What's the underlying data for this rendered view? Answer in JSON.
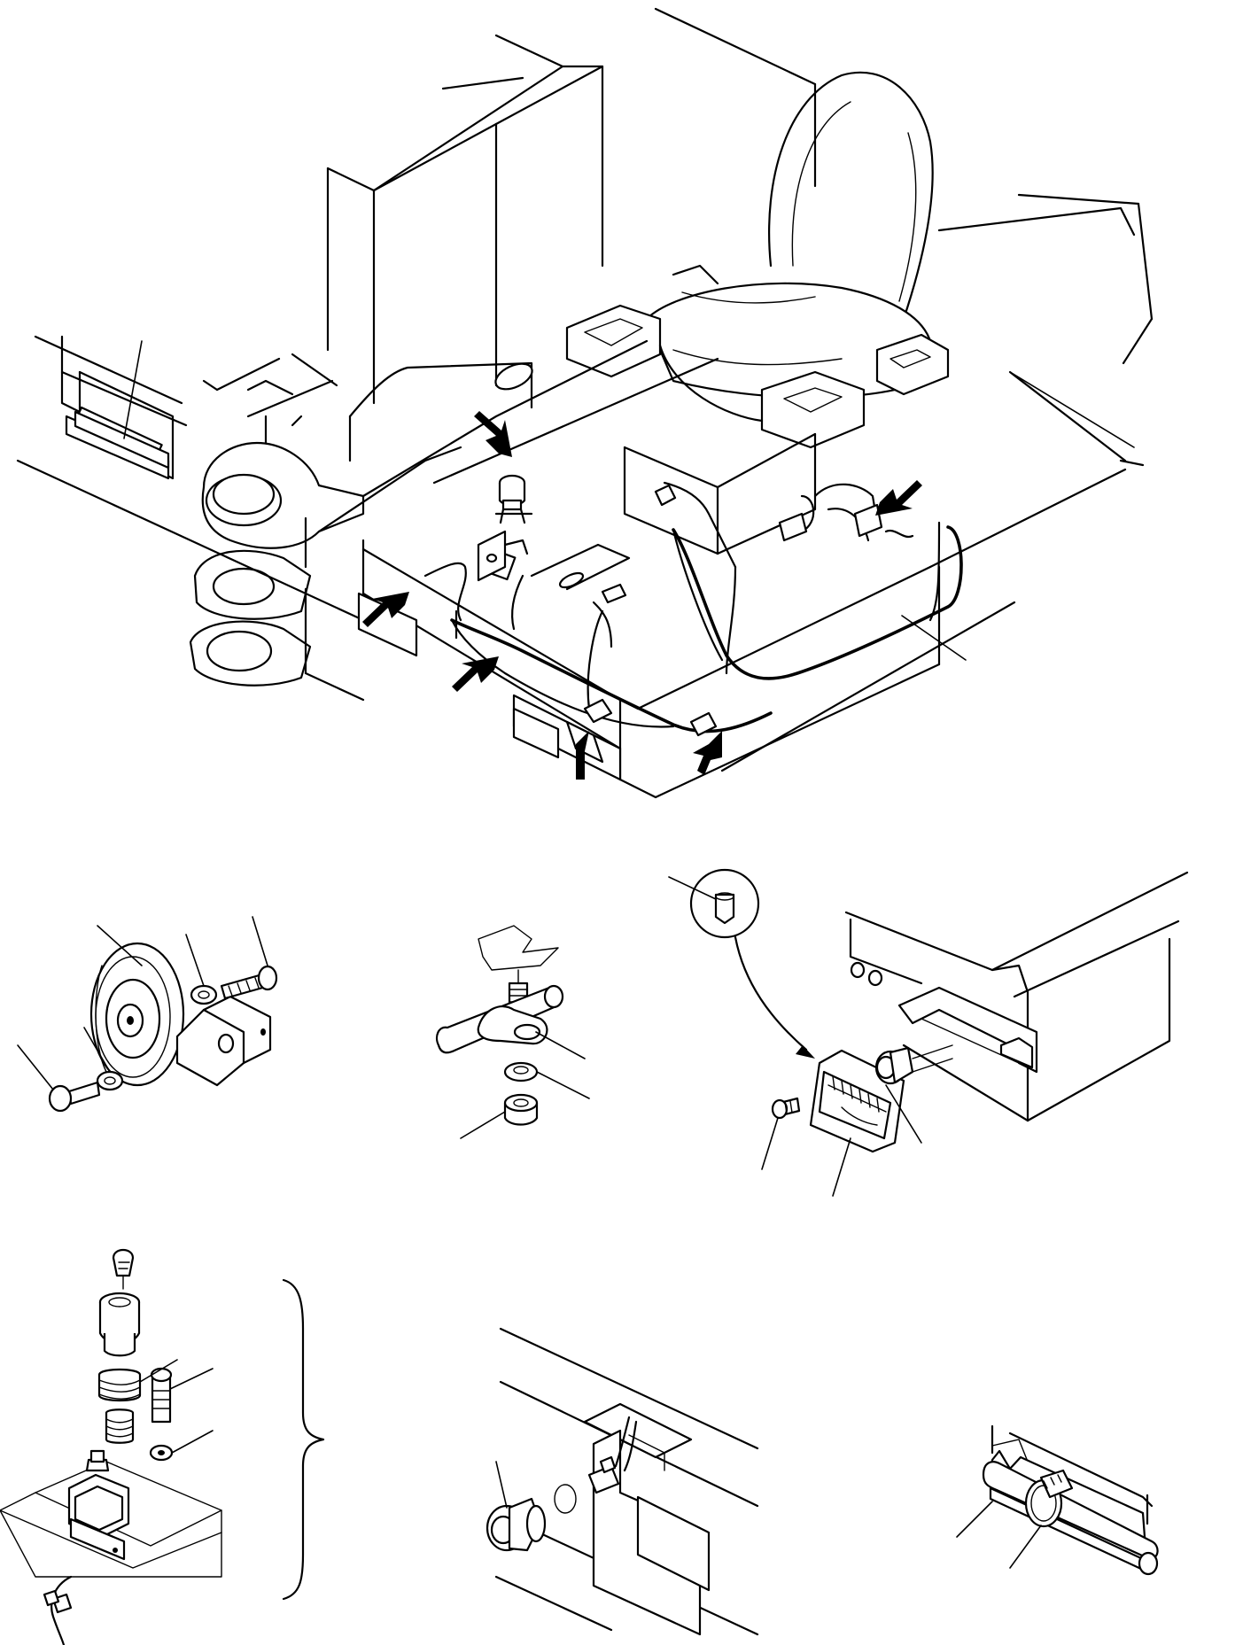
{
  "drawing": {
    "type": "exploded parts diagram",
    "callout_numbers_visible": false,
    "colors": {
      "line": "#000000",
      "background": "#ffffff"
    },
    "views": [
      {
        "id": "machine-overview",
        "icon": "operator-seat-and-wiring-harness"
      },
      {
        "id": "horn-detail",
        "icon": "horn-icon"
      },
      {
        "id": "harness-clamp-detail",
        "icon": "clamp-icon"
      },
      {
        "id": "work-lamp-detail",
        "icon": "lamp-icon"
      },
      {
        "id": "horn-switch-detail",
        "icon": "push-switch-icon"
      },
      {
        "id": "rear-switch-detail",
        "icon": "switch-icon"
      },
      {
        "id": "cable-band-detail",
        "icon": "cable-tie-icon"
      }
    ],
    "arrows": {
      "count": 6,
      "icon": "arrow-icon"
    },
    "leader_lines": {
      "count": 20
    }
  }
}
